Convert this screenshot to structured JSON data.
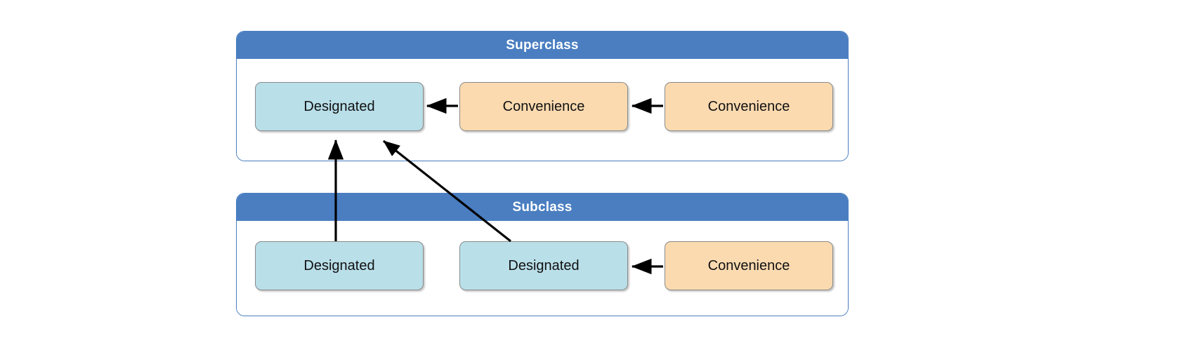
{
  "diagram": {
    "title_visible": false,
    "background_color": "#ffffff",
    "panels": [
      {
        "id": "superclass",
        "header_label": "Superclass",
        "header_color": "#4a7ec1",
        "border_color": "#4a7ec1",
        "nodes": [
          {
            "id": "sc-node-1",
            "label": "Designated",
            "kind": "designated",
            "color": "#b9dfe9"
          },
          {
            "id": "sc-node-2",
            "label": "Convenience",
            "kind": "convenience",
            "color": "#fbdab0"
          },
          {
            "id": "sc-node-3",
            "label": "Convenience",
            "kind": "convenience",
            "color": "#fbdab0"
          }
        ]
      },
      {
        "id": "subclass",
        "header_label": "Subclass",
        "header_color": "#4a7ec1",
        "border_color": "#4a7ec1",
        "nodes": [
          {
            "id": "sb-node-1",
            "label": "Designated",
            "kind": "designated",
            "color": "#b9dfe9"
          },
          {
            "id": "sb-node-2",
            "label": "Designated",
            "kind": "designated",
            "color": "#b9dfe9"
          },
          {
            "id": "sb-node-3",
            "label": "Convenience",
            "kind": "convenience",
            "color": "#fbdab0"
          }
        ]
      }
    ],
    "arrows": [
      {
        "id": "arrow-sc2-to-sc1",
        "from": "sc-node-2",
        "to": "sc-node-1",
        "style": "straight-horizontal",
        "color": "#000000"
      },
      {
        "id": "arrow-sc3-to-sc2",
        "from": "sc-node-3",
        "to": "sc-node-2",
        "style": "straight-horizontal",
        "color": "#000000"
      },
      {
        "id": "arrow-sb3-to-sb2",
        "from": "sb-node-3",
        "to": "sb-node-2",
        "style": "straight-horizontal",
        "color": "#000000"
      },
      {
        "id": "arrow-sb1-to-sc1",
        "from": "sb-node-1",
        "to": "sc-node-1",
        "style": "vertical-up",
        "color": "#000000"
      },
      {
        "id": "arrow-sb2-to-sc1",
        "from": "sb-node-2",
        "to": "sc-node-1",
        "style": "diagonal-up-left",
        "color": "#000000"
      }
    ]
  }
}
